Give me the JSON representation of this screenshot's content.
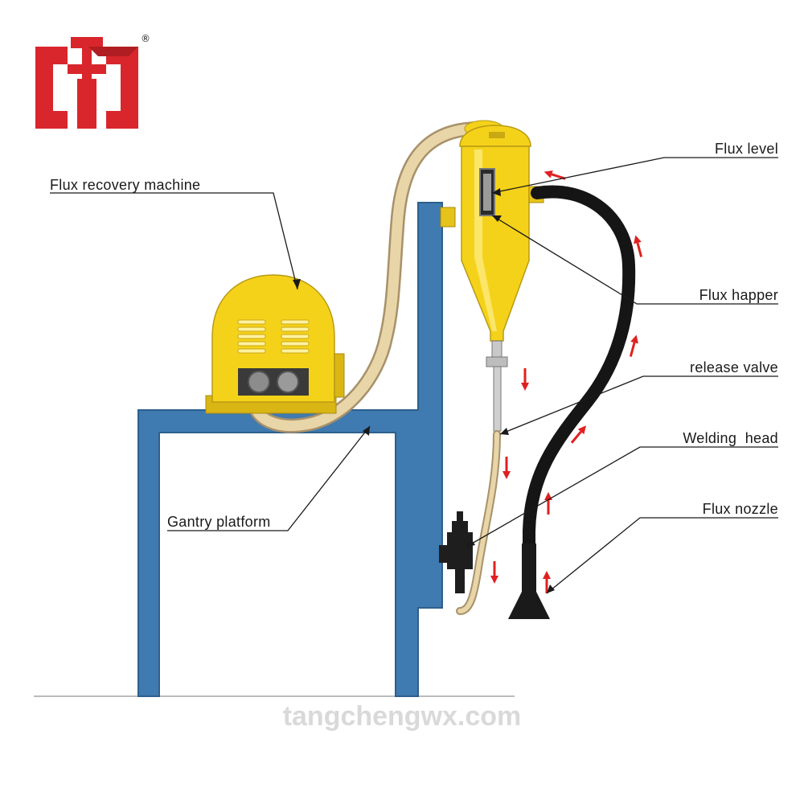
{
  "brand": {
    "logo_icon": "tangcheng-logo-icon",
    "registered_mark": "®",
    "color": "#d8262c"
  },
  "labels": {
    "flux_recovery_machine": "Flux recovery machine",
    "flux_level": "Flux level",
    "flux_happer": "Flux happer",
    "release_valve": "release valve",
    "welding_head": "Welding  head",
    "flux_nozzle": "Flux nozzle",
    "gantry_platform": "Gantry platform"
  },
  "watermark": "tangchengwx.com",
  "colors": {
    "gantry": "#3f7ab0",
    "yellow": "#f5d21a",
    "hose_light": "#e8d5a8",
    "hose_dark": "#1a1a1a",
    "arrow": "#e02020"
  },
  "icons": {
    "flow_arrow": "arrow-icon"
  }
}
